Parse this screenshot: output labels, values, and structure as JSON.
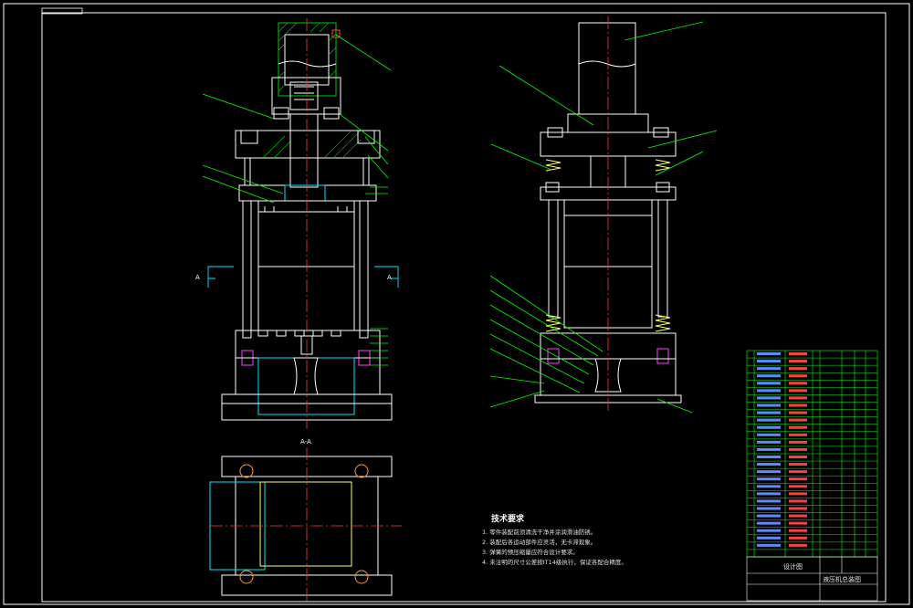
{
  "colors": {
    "background": "#000000",
    "outline": "#ffffff",
    "centerline": "#ff3b3b",
    "leader": "#00ff00",
    "hatch": "#00cc00",
    "dimension": "#00e5ff",
    "spring": "#ffff66",
    "table_text": "#ff4040",
    "table_grid": "#00ff00"
  },
  "section_labels": {
    "left_a": "A",
    "right_a": "A",
    "section_title": "A-A"
  },
  "technical_notes": {
    "title": "技术要求",
    "items": [
      "1. 零件装配前须清洗干净并涂润滑油防锈。",
      "2. 装配后各运动部件应灵活，无卡滞现象。",
      "3. 弹簧的预压缩量应符合设计要求。",
      "4. 未注明的尺寸公差按IT14级执行，保证各配合精度。"
    ]
  },
  "title_block": {
    "drawing_name": "液压机总装图",
    "designer": "设计图"
  }
}
